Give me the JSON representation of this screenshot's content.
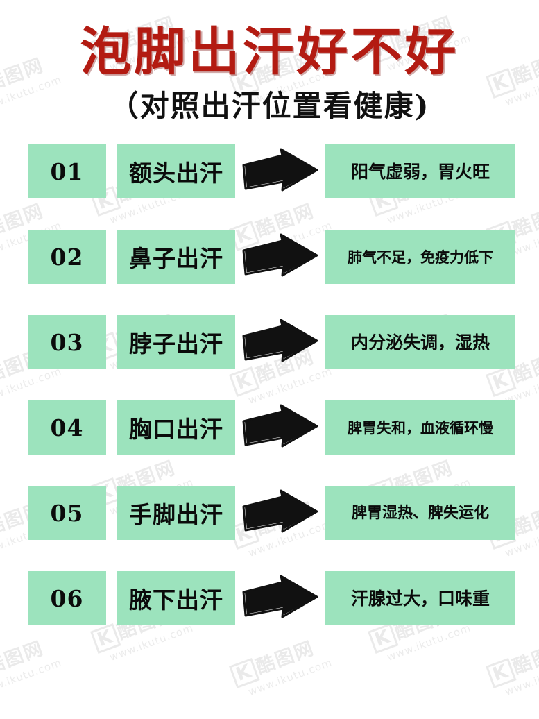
{
  "header": {
    "title": "泡脚出汗好不好",
    "subtitle": "（对照出汗位置看健康)",
    "title_color": "#b31b12",
    "subtitle_color": "#111111"
  },
  "style": {
    "cell_background": "#9ce3bd",
    "page_background": "#ffffff",
    "text_color": "#0b0b0b"
  },
  "watermark": {
    "logo": "酷图网",
    "mark": "K",
    "url": "www.ikutu.com",
    "color": "#bdbdbd"
  },
  "rows": [
    {
      "index": "01",
      "part": "额头出汗",
      "arrow": "right-arrow-icon",
      "meaning": "阳气虚弱，胃火旺",
      "meaning_len": 8
    },
    {
      "index": "02",
      "part": "鼻子出汗",
      "arrow": "right-arrow-icon",
      "meaning": "肺气不足，免疫力低下",
      "meaning_len": 10
    },
    {
      "index": "03",
      "part": "脖子出汗",
      "arrow": "right-arrow-icon",
      "meaning": "内分泌失调，湿热",
      "meaning_len": 8
    },
    {
      "index": "04",
      "part": "胸口出汗",
      "arrow": "right-arrow-icon",
      "meaning": "脾胃失和，血液循环慢",
      "meaning_len": 10
    },
    {
      "index": "05",
      "part": "手脚出汗",
      "arrow": "right-arrow-icon",
      "meaning": "脾胃湿热、脾失运化",
      "meaning_len": 9
    },
    {
      "index": "06",
      "part": "腋下出汗",
      "arrow": "right-arrow-icon",
      "meaning": "汗腺过大，口味重",
      "meaning_len": 8
    }
  ]
}
